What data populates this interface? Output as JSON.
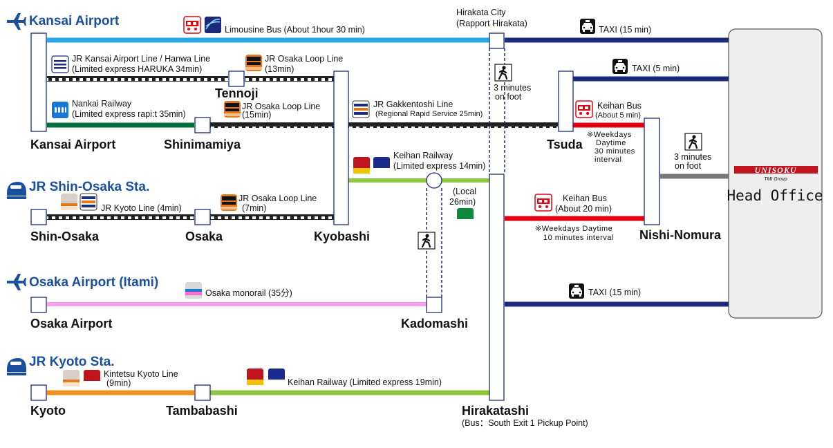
{
  "headers": {
    "kansai": "Kansai Airport",
    "shin_osaka": "JR Shin-Osaka Sta.",
    "itami": "Osaka Airport (Itami)",
    "kyoto": "JR Kyoto Sta."
  },
  "stations": {
    "kansai_airport": "Kansai Airport",
    "tennoji": "Tennoji",
    "shinimamiya": "Shinimamiya",
    "shin_osaka": "Shin-Osaka",
    "osaka": "Osaka",
    "kyobashi": "Kyobashi",
    "tsuda": "Tsuda",
    "nishi_nomura": "Nishi-Nomura",
    "osaka_airport": "Osaka Airport",
    "kadomashi": "Kadomashi",
    "kyoto": "Kyoto",
    "tambabashi": "Tambabashi",
    "hirakatashi": "Hirakatashi",
    "hirakatashi_sub": "(Bus：South Exit 1 Pickup Point)",
    "hirakata_city_1": "Hirakata City",
    "hirakata_city_2": "(Rapport Hirakata)"
  },
  "routes": {
    "limousine": "Limousine Bus (About 1hour 30 min)",
    "taxi_top": "TAXI (15 min)",
    "taxi_tsuda": "TAXI (5 min)",
    "taxi_hirakata": "TAXI (15 min)",
    "jr_kansai_1": "JR Kansai Airport Line / Hanwa Line",
    "jr_kansai_2": "(Limited express HARUKA 34min)",
    "loop_13_1": "JR Osaka Loop Line",
    "loop_13_2": "(13min)",
    "nankai_1": "Nankai Railway",
    "nankai_2": "(Limited express rapi:t 35min)",
    "loop_15_1": "JR Osaka Loop Line",
    "loop_15_2": "(15min)",
    "gakken_1": "JR Gakkentoshi Line",
    "gakken_2": "(Regional Rapid Service 25min)",
    "keihan_bus_5_1": "Keihan Bus",
    "keihan_bus_5_2": "(About 5 min)",
    "note_30_1": "※Weekdays",
    "note_30_2": "Daytime",
    "note_30_3": "30 minutes",
    "note_30_4": "interval",
    "walk_a_1": "3 minutes",
    "walk_a_2": "on foot",
    "walk_b_1": "3 minutes",
    "walk_b_2": "on foot",
    "keihan_14_1": "Keihan Railway",
    "keihan_14_2": "(Limited express 14min)",
    "local_1": "(Local",
    "local_2": "26min)",
    "jr_kyoto": "JR Kyoto Line (4min)",
    "loop_7_1": "JR Osaka Loop Line",
    "loop_7_2": "(7min)",
    "keihan_bus_20_1": "Keihan Bus",
    "keihan_bus_20_2": "(About 20 min)",
    "note_10_1": "※Weekdays Daytime",
    "note_10_2": "10 minutes interval",
    "monorail": "Osaka monorail (35分)",
    "kintetsu_1": "Kintetsu Kyoto Line",
    "kintetsu_2": "(9min)",
    "keihan_19": "Keihan Railway (Limited express 19min)"
  },
  "head_office": {
    "brand": "UNISOKU",
    "group": "TMI Group",
    "label": "Head Office"
  },
  "colors": {
    "header_blue": "#1a4fa0",
    "limousine_line": "#2aa6e6",
    "taxi_line": "#1b2a7a",
    "keihan_line": "#8dc63f",
    "keihan_bus_line": "#e60012",
    "nankai_line": "#006f3c",
    "monorail_line": "#ff9ef0",
    "kintetsu_line": "#f0901e",
    "walk_line": "#1b2a7a",
    "jr_line": "#222222"
  }
}
